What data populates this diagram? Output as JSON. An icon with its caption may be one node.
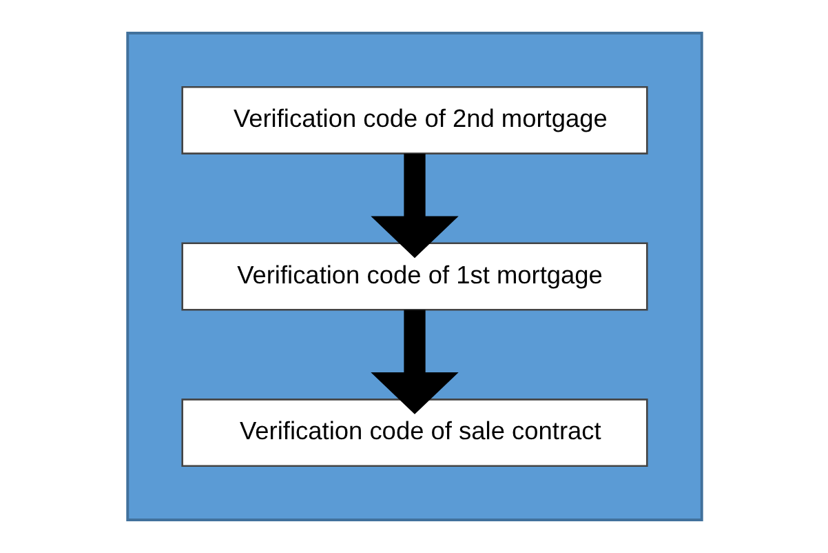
{
  "diagram": {
    "nodes": [
      {
        "text": [],
        "shape": "box"
      },
      {
        "text": [
          "Verification code of 2nd mortgage"
        ],
        "in": 0
      },
      {
        "text": [
          "Verification code of 1st mortgage"
        ],
        "in": 0
      },
      {
        "text": [
          "Verification code of sale contract"
        ],
        "in": 0
      }
    ],
    "edges": [
      {
        "from": 1,
        "to": 2,
        "arrow": "to"
      },
      {
        "from": 2,
        "to": 3,
        "arrow": "to"
      }
    ]
  }
}
